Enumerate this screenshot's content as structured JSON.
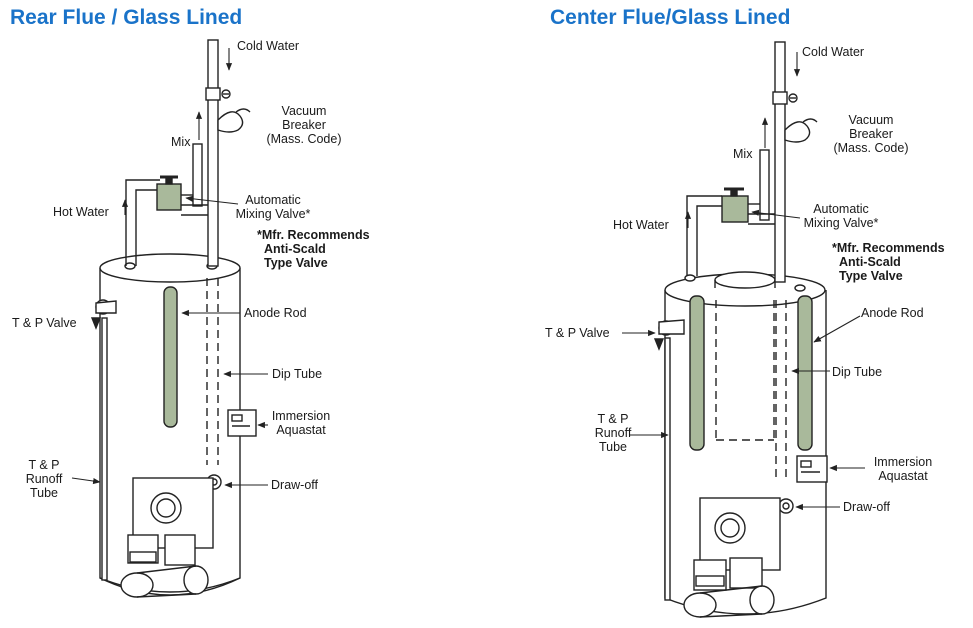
{
  "left": {
    "title": "Rear Flue / Glass Lined",
    "labels": {
      "cold_water": "Cold Water",
      "vacuum_breaker": [
        "Vacuum",
        "Breaker",
        "(Mass. Code)"
      ],
      "mix": "Mix",
      "hot_water": "Hot Water",
      "mixing_valve": [
        "Automatic",
        "Mixing Valve*"
      ],
      "mfr_note": [
        "*Mfr. Recommends",
        "Anti-Scald",
        "Type Valve"
      ],
      "tp_valve": "T & P Valve",
      "anode_rod": "Anode Rod",
      "dip_tube": "Dip Tube",
      "aquastat": [
        "Immersion",
        "Aquastat"
      ],
      "runoff": [
        "T & P",
        "Runoff",
        "Tube"
      ],
      "draw_off": "Draw-off"
    }
  },
  "right": {
    "title": "Center Flue/Glass Lined",
    "labels": {
      "cold_water": "Cold Water",
      "vacuum_breaker": [
        "Vacuum",
        "Breaker",
        "(Mass. Code)"
      ],
      "mix": "Mix",
      "hot_water": "Hot Water",
      "mixing_valve": [
        "Automatic",
        "Mixing Valve*"
      ],
      "mfr_note": [
        "*Mfr. Recommends",
        "Anti-Scald",
        "Type Valve"
      ],
      "tp_valve": "T & P Valve",
      "anode_rod": "Anode Rod",
      "dip_tube": "Dip Tube",
      "aquastat": [
        "Immersion",
        "Aquastat"
      ],
      "runoff": [
        "T & P",
        "Runoff",
        "Tube"
      ],
      "draw_off": "Draw-off"
    }
  },
  "colors": {
    "title": "#1a73c9",
    "line": "#222222",
    "rod": "#a9b99b",
    "tank": "#ffffff"
  }
}
